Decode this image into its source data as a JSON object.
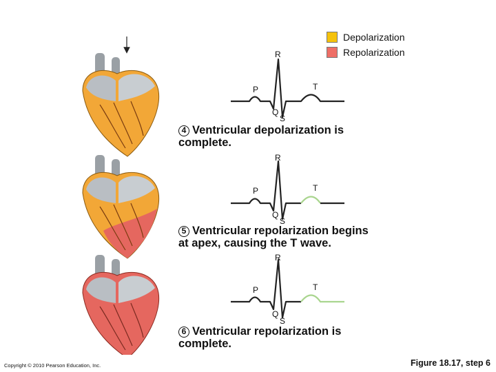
{
  "legend": {
    "items": [
      {
        "label": "Depolarization",
        "color": "#f5c20c"
      },
      {
        "label": "Repolarization",
        "color": "#ee6e66"
      }
    ]
  },
  "colors": {
    "ecg_trace": "#222222",
    "repolarization_trace": "#a9d58e",
    "depolarized_muscle": "#f2a737",
    "repolarized_muscle": "#e5675f",
    "heart_gray": "#8a8f94"
  },
  "steps": [
    {
      "number": "4",
      "text": "Ventricular depolarization is complete.",
      "line1": "Ventricular depolarization is",
      "line2": "complete.",
      "ecg": {
        "R": "R",
        "P": "P",
        "T": "T",
        "Q": "Q",
        "S": "S"
      }
    },
    {
      "number": "5",
      "text": "Ventricular repolarization begins at apex, causing the T wave.",
      "line1": "Ventricular repolarization begins",
      "line2": "at apex, causing the T wave.",
      "ecg": {
        "R": "R",
        "P": "P",
        "T": "T",
        "Q": "Q",
        "S": "S"
      }
    },
    {
      "number": "6",
      "text": "Ventricular repolarization is complete.",
      "line1": "Ventricular repolarization is",
      "line2": "complete.",
      "ecg": {
        "R": "R",
        "P": "P",
        "T": "T",
        "Q": "Q",
        "S": "S"
      }
    }
  ],
  "footer": {
    "copyright": "Copyright © 2010 Pearson Education, Inc.",
    "figure": "Figure 18.17, step 6"
  }
}
